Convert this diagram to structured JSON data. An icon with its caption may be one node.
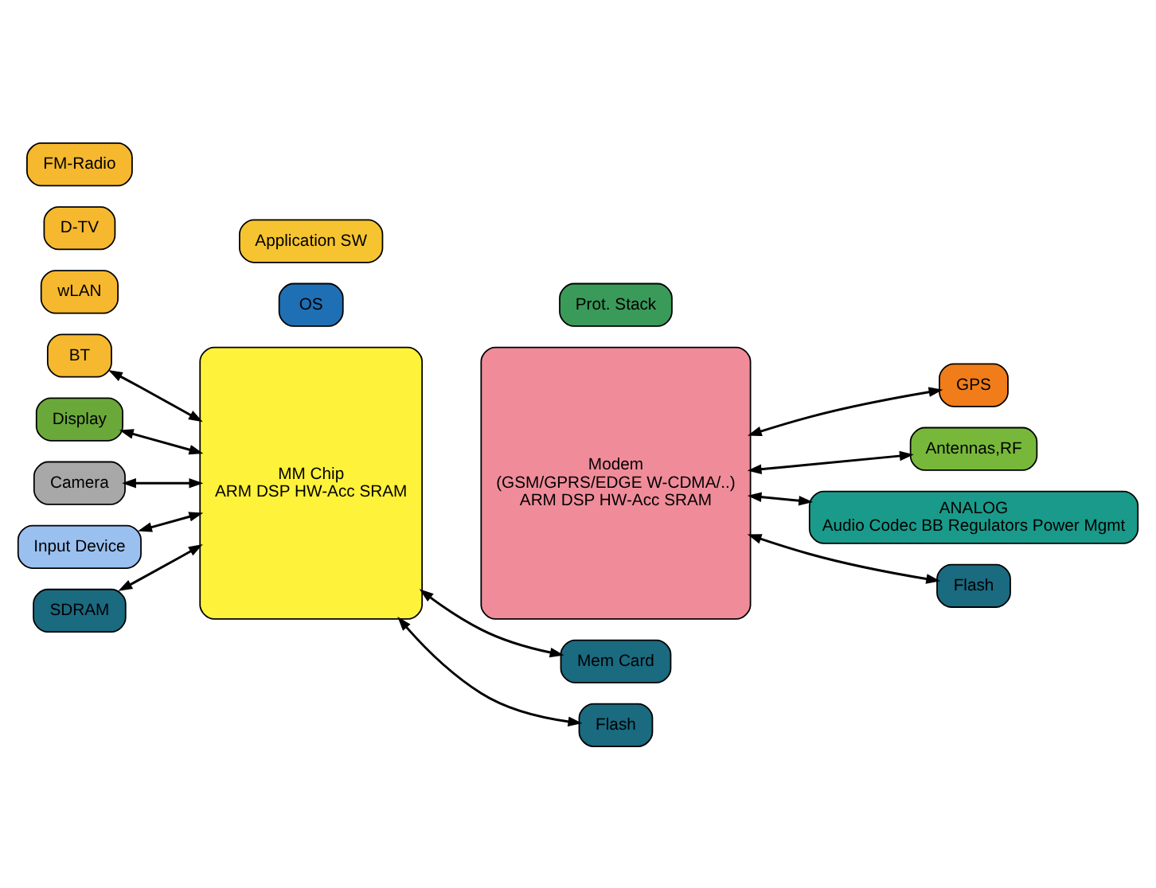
{
  "diagram": {
    "nodes": [
      {
        "text": [
          "FM-Radio"
        ]
      },
      {
        "text": [
          "D-TV"
        ]
      },
      {
        "text": [
          "wLAN"
        ]
      },
      {
        "text": [
          "BT"
        ]
      },
      {
        "text": [
          "Application SW"
        ]
      },
      {
        "text": [
          "OS"
        ]
      },
      {
        "text": [
          "Prot. Stack"
        ]
      },
      {
        "text": [
          "MM Chip",
          "ARM DSP HW-Acc SRAM"
        ]
      },
      {
        "text": [
          "Modem",
          "(GSM/GPRS/EDGE W-CDMA/..)",
          "ARM DSP HW-Acc SRAM"
        ]
      },
      {
        "text": [
          "GPS"
        ]
      },
      {
        "text": [
          "Display"
        ]
      },
      {
        "text": [
          "Antennas,RF"
        ]
      },
      {
        "text": [
          "Camera"
        ]
      },
      {
        "text": [
          "ANALOG",
          "Audio Codec BB Regulators Power Mgmt"
        ]
      },
      {
        "text": [
          "Input Device"
        ]
      },
      {
        "text": [
          "SDRAM"
        ]
      },
      {
        "text": [
          "Mem Card"
        ]
      },
      {
        "text": [
          "Flash"
        ]
      },
      {
        "text": [
          "Flash"
        ]
      }
    ],
    "edges": [
      {
        "from": 3,
        "to": 7,
        "arrow": "both"
      },
      {
        "from": 10,
        "to": 7,
        "arrow": "both"
      },
      {
        "from": 12,
        "to": 7,
        "arrow": "both"
      },
      {
        "from": 14,
        "to": 7,
        "arrow": "both"
      },
      {
        "from": 15,
        "to": 7,
        "arrow": "both"
      },
      {
        "from": 7,
        "to": 16,
        "arrow": "both"
      },
      {
        "from": 7,
        "to": 17,
        "arrow": "both"
      },
      {
        "from": 8,
        "to": 9,
        "arrow": "both"
      },
      {
        "from": 8,
        "to": 11,
        "arrow": "both"
      },
      {
        "from": 8,
        "to": 13,
        "arrow": "both"
      },
      {
        "from": 8,
        "to": 18,
        "arrow": "both"
      }
    ]
  }
}
